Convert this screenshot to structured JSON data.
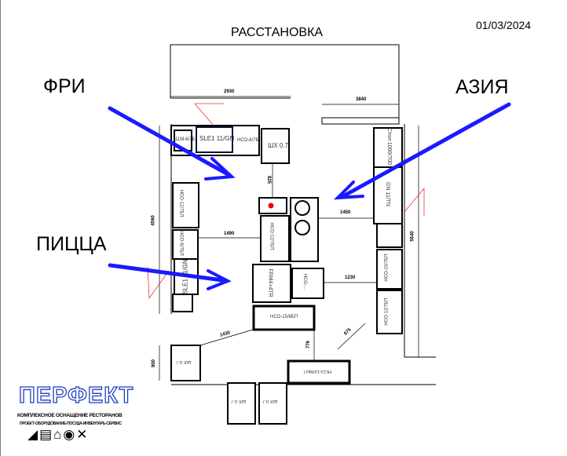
{
  "header": {
    "title": "РАССТАНОВКА",
    "date": "01/03/2024"
  },
  "zones": {
    "fry": "ФРИ",
    "asia": "АЗИЯ",
    "pizza": "ПИЦЦА"
  },
  "equipment": {
    "e1": "11M-6/7Б",
    "e2": "SLE1 11/GN",
    "e3": "НСО-6/7Б",
    "e4": "ШХ 0.7",
    "e5": "НСО-12/7БЛ",
    "e6": "НСО-6/7БЛ",
    "e7": "SLE1 11/GN",
    "e8": "НСО-12/7БП",
    "e9": "FRM4+4TR",
    "e10": "НСО-15/6БП",
    "e11": "НСО-...",
    "e12": "Стол 1000/700",
    "e13": "GN 11/TN",
    "e14": "НСО-10/7БП",
    "e15": "НСО-12/7БП",
    "e16": "ШХ 0.7",
    "e17": "НСО-15/6БП",
    "e18": "ШХ 0.7",
    "e19": "ШХ 0.7"
  },
  "dimensions": {
    "d1": "2930",
    "d2": "3840",
    "d3": "825",
    "d4": "1450",
    "d5": "1490",
    "d6": "1230",
    "d7": "1430",
    "d8": "776",
    "d9": "875",
    "d10": "4590",
    "d11": "5640",
    "d12": "900"
  },
  "logo": {
    "name": "ПЕРФЕКТ",
    "tagline": "КОМПЛЕКСНОЕ ОСНАЩЕНИЕ РЕСТОРАНОВ",
    "services": "ПРОЕКТ-ОБОРУДОВАНИЕ-ПОСУДА-ИНВЕНТАРЬ-СЕРВИС"
  },
  "colors": {
    "arrow": "#1a1aff",
    "logo": "#1f3fbf"
  }
}
